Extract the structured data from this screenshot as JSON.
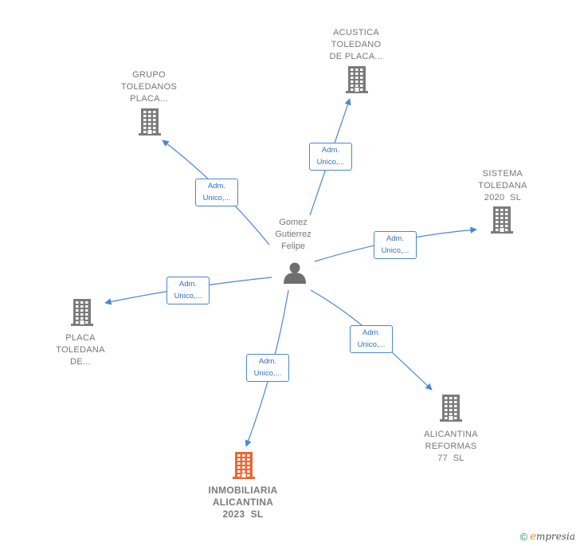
{
  "person": {
    "name_lines": [
      "Gomez",
      "Gutierrez",
      "Felipe"
    ]
  },
  "companies": [
    {
      "id": "acustica",
      "lines": [
        "ACUSTICA",
        "TOLEDANO",
        "DE PLACA..."
      ],
      "highlight": false
    },
    {
      "id": "grupo",
      "lines": [
        "GRUPO",
        "TOLEDANOS",
        "PLACA..."
      ],
      "highlight": false
    },
    {
      "id": "sistema",
      "lines": [
        "SISTEMA",
        "TOLEDANA",
        "2020  SL"
      ],
      "highlight": false
    },
    {
      "id": "placa",
      "lines": [
        "PLACA",
        "TOLEDANA",
        "DE..."
      ],
      "highlight": false
    },
    {
      "id": "inmobiliaria",
      "lines": [
        "INMOBILIARIA",
        "ALICANTINA",
        "2023  SL"
      ],
      "highlight": true
    },
    {
      "id": "alicantina",
      "lines": [
        "ALICANTINA",
        "REFORMAS",
        "77  SL"
      ],
      "highlight": false
    }
  ],
  "edges": [
    {
      "to": "acustica",
      "lines": [
        "Adm.",
        "Unico,..."
      ]
    },
    {
      "to": "grupo",
      "lines": [
        "Adm.",
        "Unico,..."
      ]
    },
    {
      "to": "sistema",
      "lines": [
        "Adm.",
        "Unico,..."
      ]
    },
    {
      "to": "placa",
      "lines": [
        "Adm.",
        "Unico,..."
      ]
    },
    {
      "to": "inmobiliaria",
      "lines": [
        "Adm.",
        "Unico,..."
      ]
    },
    {
      "to": "alicantina",
      "lines": [
        "Adm.",
        "Unico,..."
      ]
    }
  ],
  "colors": {
    "edge": "#4a86d6",
    "building": "#7b7b7b",
    "building_highlight": "#f0652f",
    "person": "#6e6e6e"
  },
  "brand": {
    "copyright": "©",
    "initial": "e",
    "rest": "mpresia"
  }
}
